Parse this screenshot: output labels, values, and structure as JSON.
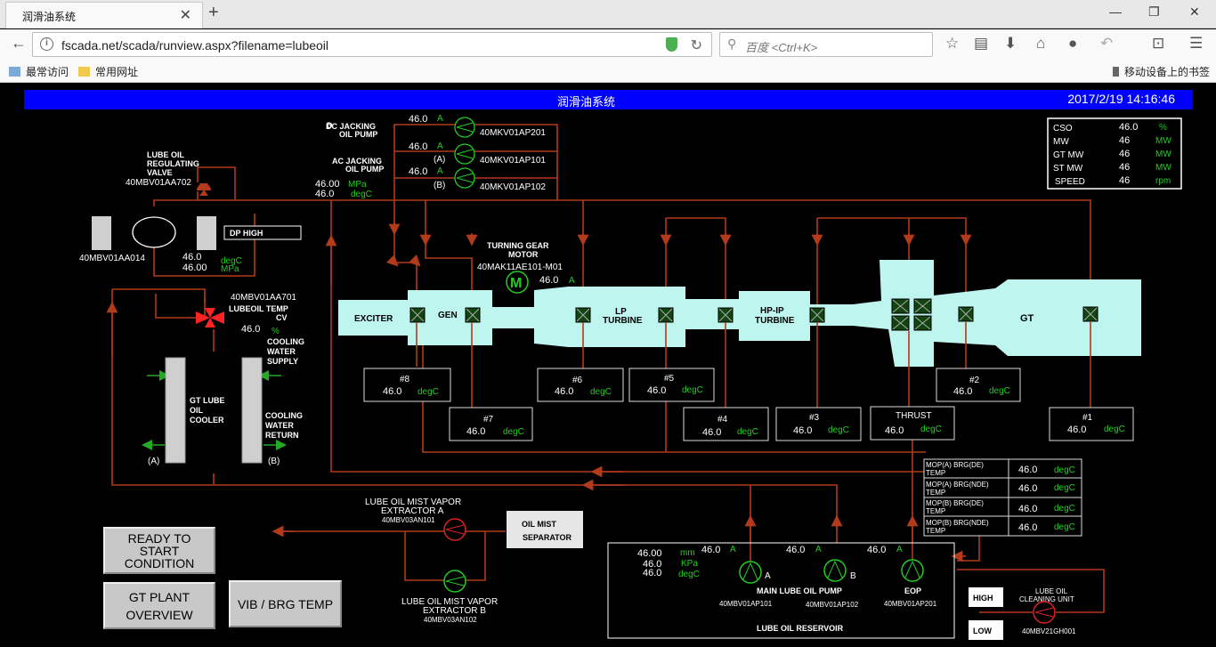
{
  "browser": {
    "tab_title": "润滑油系统",
    "tab_close": "✕",
    "new_tab": "+",
    "win_min": "—",
    "win_max": "❐",
    "win_close": "✕",
    "back": "←",
    "info": "i",
    "url": "fscada.net/scada/runview.aspx?filename=lubeoil",
    "reload": "↻",
    "search_placeholder": "百度 <Ctrl+K>",
    "toolbar_icons": [
      "star-icon",
      "reader-icon",
      "download-icon",
      "home-icon",
      "chat-icon",
      "undo-icon",
      "crop-icon",
      "menu-icon"
    ],
    "bookmarks": {
      "most_visited": "最常访问",
      "common_sites": "常用网址",
      "mobile": "移动设备上的书签"
    }
  },
  "header": {
    "title": "润滑油系统",
    "datetime": "2017/2/19 14:16:46"
  },
  "status_panel": {
    "rows": [
      {
        "label": "CSO",
        "value": "46.0",
        "unit": "%"
      },
      {
        "label": "MW",
        "value": "46",
        "unit": "MW"
      },
      {
        "label": "GT MW",
        "value": "46",
        "unit": "MW"
      },
      {
        "label": "ST MW",
        "value": "46",
        "unit": "MW"
      },
      {
        "label": "SPEED",
        "value": "46",
        "unit": "rpm"
      }
    ]
  },
  "jacking": {
    "dc_label": "DC JACKING\nOIL PUMP",
    "ac_label": "AC JACKING\nOIL PUMP",
    "pumps": [
      {
        "value": "46.0",
        "unit": "A",
        "tag": "40MKV01AP201",
        "side": ""
      },
      {
        "value": "46.0",
        "unit": "A",
        "tag": "40MKV01AP101",
        "side": "(A)"
      },
      {
        "value": "46.0",
        "unit": "A",
        "tag": "40MKV01AP102",
        "side": "(B)"
      }
    ],
    "header_pressure": "46.00",
    "header_pressure_unit": "MPa",
    "header_temp": "46.0",
    "header_temp_unit": "degC"
  },
  "regulating_valve": {
    "label": "LUBE OIL\nREGULATING\nVALVE",
    "tag": "40MBV01AA702"
  },
  "filter": {
    "tag": "40MBV01AA014",
    "dp_label": "DP HIGH",
    "temp": "46.0",
    "temp_unit": "degC",
    "pressure": "46.00",
    "pressure_unit": "MPa"
  },
  "temp_cv": {
    "tag": "40MBV01AA701",
    "label": "LUBEOIL TEMP\nCV",
    "value": "46.0",
    "unit": "%"
  },
  "cooler": {
    "label": "GT  LUBE\nOIL\nCOOLER",
    "supply_label": "COOLING\nWATER\nSUPPLY",
    "return_label": "COOLING\nWATER\nRETURN",
    "side_a": "(A)",
    "side_b": "(B)"
  },
  "turning_gear": {
    "label": "TURNING GEAR\nMOTOR",
    "tag": "40MAK11AE101-M01",
    "value": "46.0",
    "unit": "A",
    "symbol": "M"
  },
  "train": {
    "exciter": "EXCITER",
    "gen": "GEN",
    "lp": "LP\nTURBINE",
    "hpip": "HP-IP\nTURBINE",
    "gt": "GT"
  },
  "bearings": [
    {
      "name": "#8",
      "value": "46.0",
      "unit": "degC"
    },
    {
      "name": "#7",
      "value": "46.0",
      "unit": "degC"
    },
    {
      "name": "#6",
      "value": "46.0",
      "unit": "degC"
    },
    {
      "name": "#5",
      "value": "46.0",
      "unit": "degC"
    },
    {
      "name": "#4",
      "value": "46.0",
      "unit": "degC"
    },
    {
      "name": "#3",
      "value": "46.0",
      "unit": "degC"
    },
    {
      "name": "THRUST",
      "value": "46.0",
      "unit": "degC"
    },
    {
      "name": "#2",
      "value": "46.0",
      "unit": "degC"
    },
    {
      "name": "#1",
      "value": "46.0",
      "unit": "degC"
    }
  ],
  "mop_table": [
    {
      "label": "MOP(A) BRG(DE)\n TEMP",
      "value": "46.0",
      "unit": "degC"
    },
    {
      "label": "MOP(A) BRG(NDE)\nTEMP",
      "value": "46.0",
      "unit": "degC"
    },
    {
      "label": "MOP(B) BRG(DE)\n TEMP",
      "value": "46.0",
      "unit": "degC"
    },
    {
      "label": "MOP(B) BRG(NDE)\nTEMP",
      "value": "46.0",
      "unit": "degC"
    }
  ],
  "mist": {
    "extractor_a_label": "LUBE OIL MIST VAPOR\nEXTRACTOR A",
    "extractor_a_tag": "40MBV03AN101",
    "extractor_b_label": "LUBE OIL MIST VAPOR\nEXTRACTOR B",
    "extractor_b_tag": "40MBV03AN102",
    "separator_label": "OIL  MIST\nSEPARATOR"
  },
  "reservoir": {
    "label": "LUBE OIL RESERVOIR",
    "level": "46.00",
    "level_unit": "mm",
    "pressure": "46.0",
    "pressure_unit": "KPa",
    "temp": "46.0",
    "temp_unit": "degC",
    "pump_label": "MAIN LUBE OIL PUMP",
    "pump_a_amp": "46.0",
    "pump_a_tag": "40MBV01AP101",
    "pump_a_side": "A",
    "pump_b_amp": "46.0",
    "pump_b_tag": "40MBV01AP102",
    "pump_b_side": "B",
    "eop_amp": "46.0",
    "eop_label": "EOP",
    "eop_tag": "40MBV01AP201",
    "amp_unit": "A"
  },
  "cleaning": {
    "label": "LUBE OIL\nCLEANING UNIT",
    "tag": "40MBV21GH001",
    "high": "HIGH",
    "low": "LOW"
  },
  "nav_buttons": {
    "ready": "READY TO\nSTART\nCONDITION",
    "overview": "GT PLANT\nOVERVIEW",
    "vib": "VIB / BRG TEMP"
  },
  "colors": {
    "pipe": "#b33a1a",
    "value_green": "#22cc22",
    "machine": "#bff5ef",
    "title_blue": "#0000ff"
  }
}
